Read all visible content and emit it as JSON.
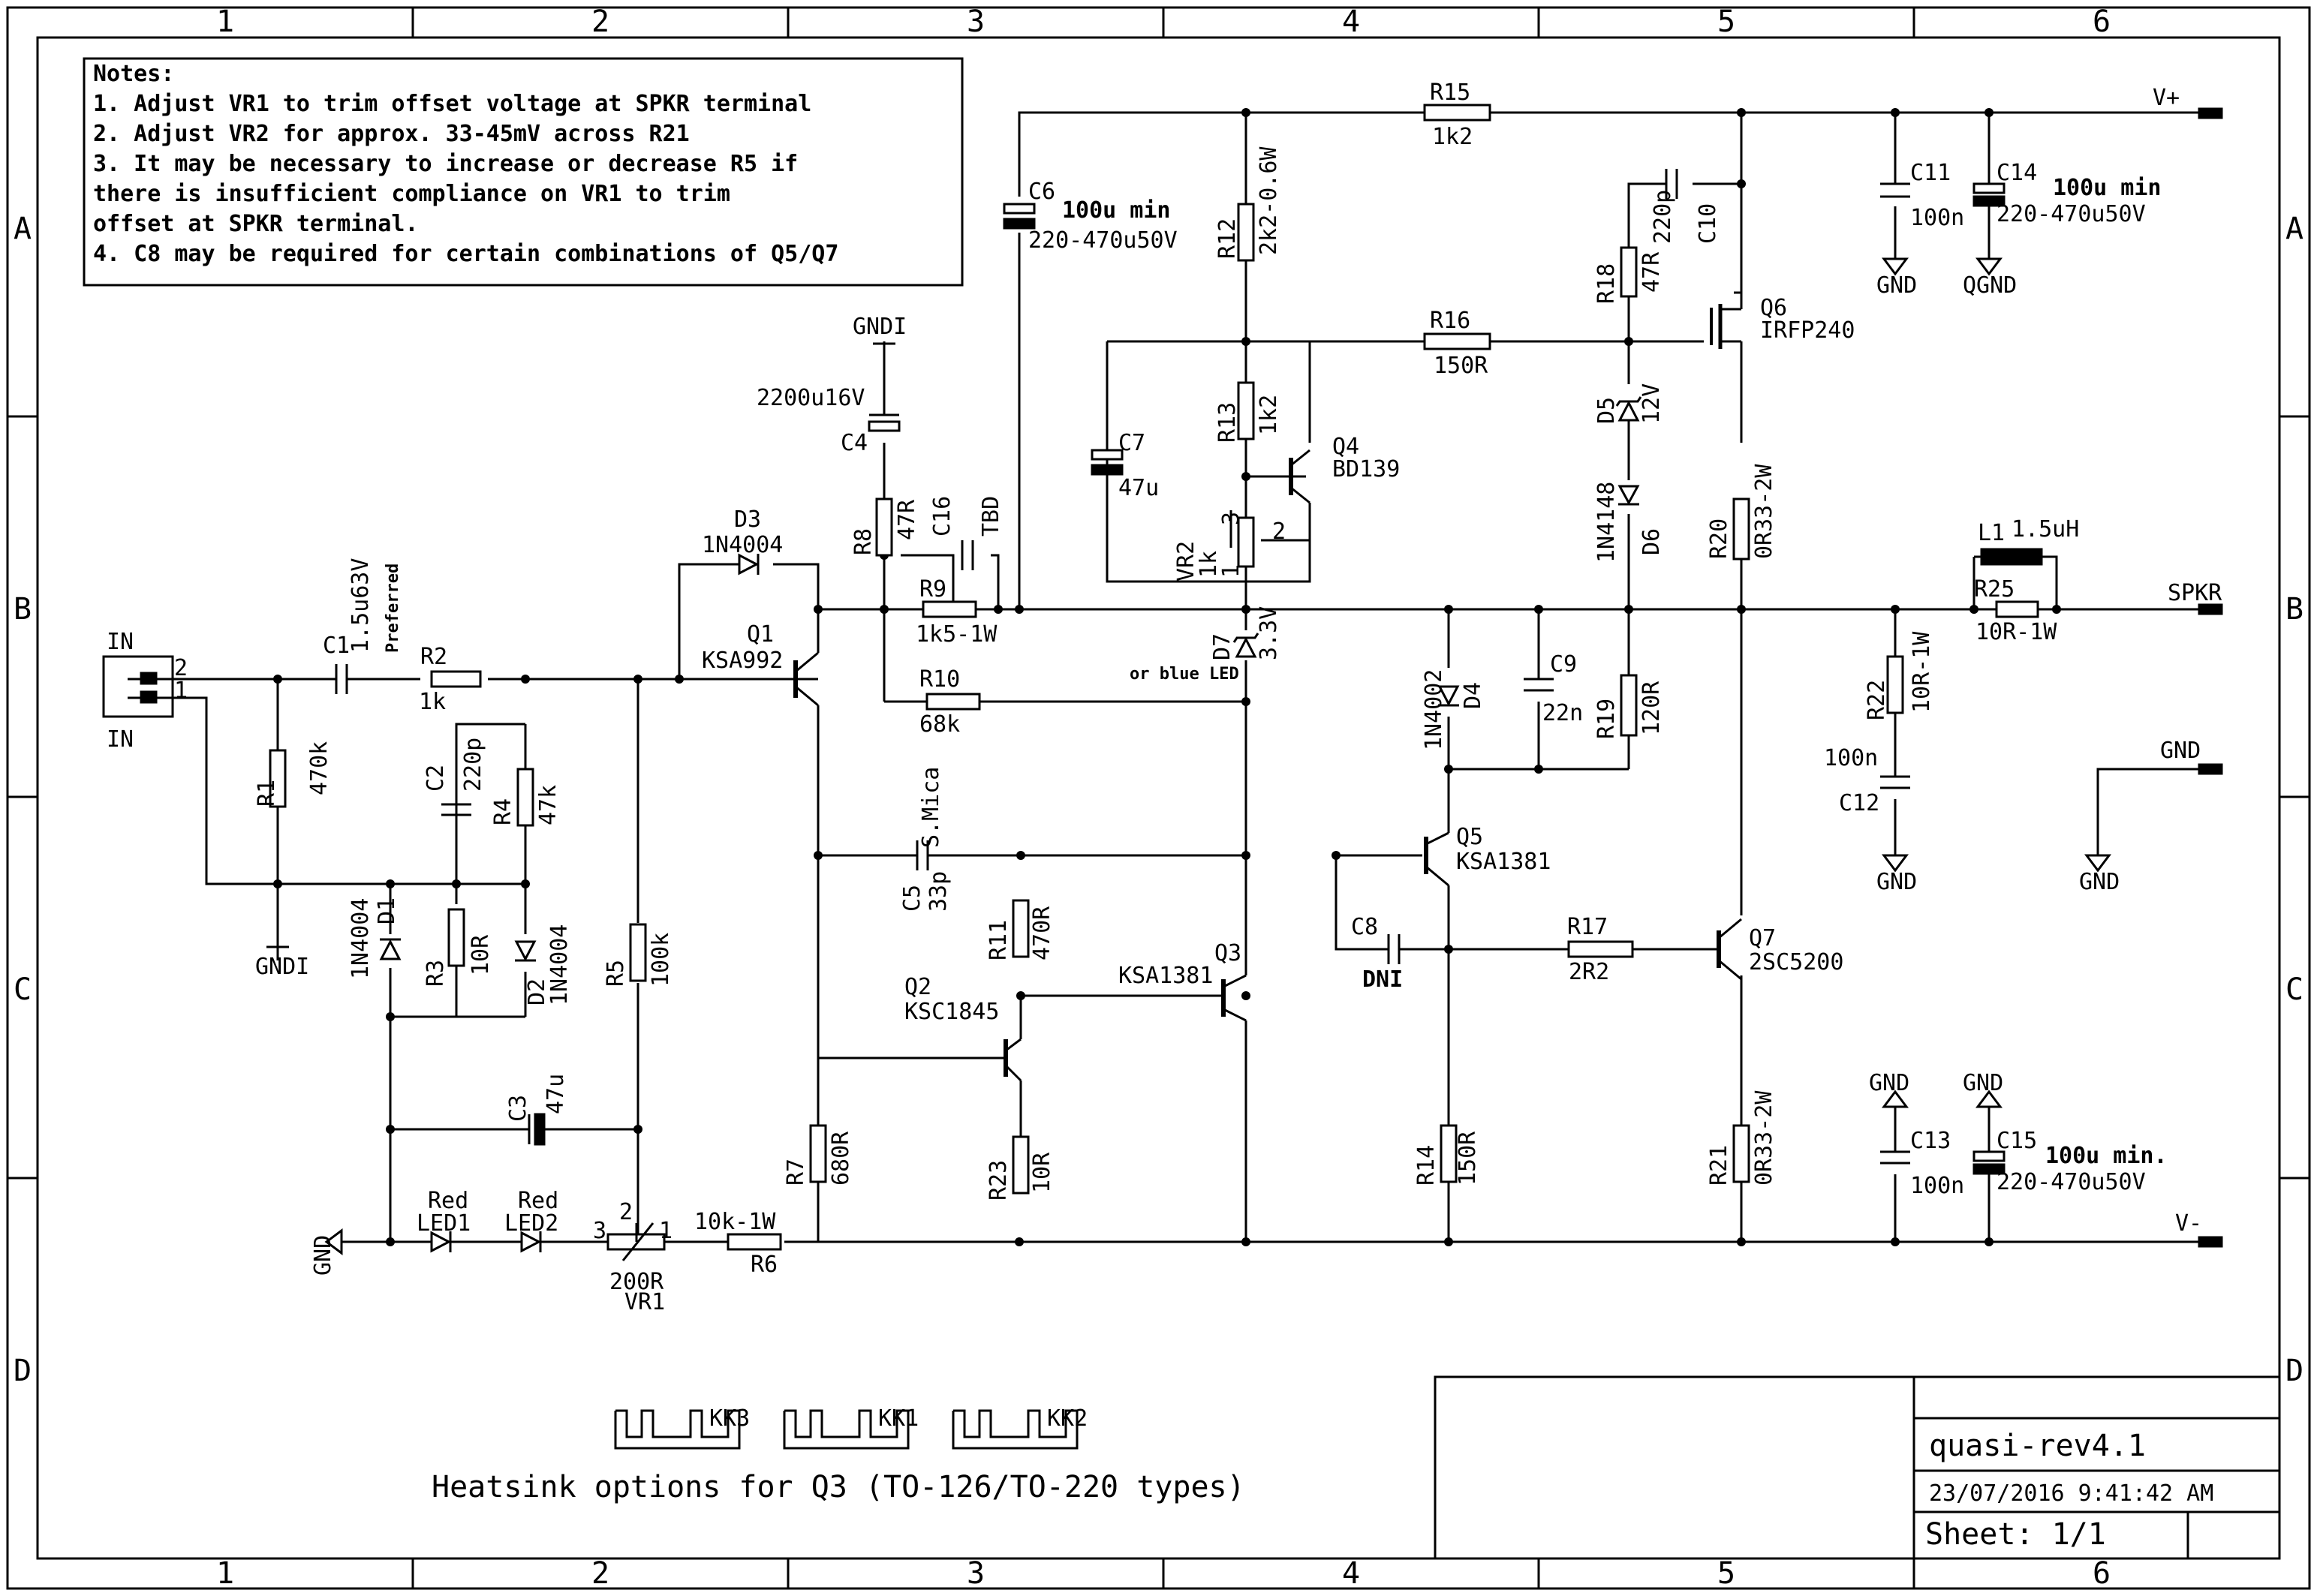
{
  "frame": {
    "columns": [
      "1",
      "2",
      "3",
      "4",
      "5",
      "6"
    ],
    "rows": [
      "A",
      "B",
      "C",
      "D"
    ]
  },
  "notes": [
    "Notes:",
    "1. Adjust VR1 to trim offset voltage at SPKR terminal",
    "2. Adjust VR2 for approx. 33-45mV across R21",
    "3. It may be necessary to increase or decrease R5 if",
    "there is insufficient compliance on VR1 to trim",
    "offset at SPKR terminal.",
    "4. C8 may be required for certain combinations of Q5/Q7"
  ],
  "nets": {
    "vplus": "V+",
    "vminus": "V-",
    "spkr": "SPKR",
    "gnd": "GND",
    "gndi": "GNDI",
    "qgnd": "QGND",
    "in": "IN"
  },
  "connector": {
    "pin2": "2",
    "pin1": "1"
  },
  "components": {
    "R1": {
      "ref": "R1",
      "value": "470k"
    },
    "R2": {
      "ref": "R2",
      "value": "1k"
    },
    "R3": {
      "ref": "R3",
      "value": "10R"
    },
    "R4": {
      "ref": "R4",
      "value": "47k"
    },
    "R5": {
      "ref": "R5",
      "value": "100k"
    },
    "R6": {
      "ref": "R6",
      "value": "10k-1W"
    },
    "R7": {
      "ref": "R7",
      "value": "680R"
    },
    "R8": {
      "ref": "R8",
      "value": "47R"
    },
    "R9": {
      "ref": "R9",
      "value": "1k5-1W"
    },
    "R10": {
      "ref": "R10",
      "value": "68k"
    },
    "R11": {
      "ref": "R11",
      "value": "470R"
    },
    "R12": {
      "ref": "R12",
      "value": "2k2-0.6W"
    },
    "R13": {
      "ref": "R13",
      "value": "1k2"
    },
    "R14": {
      "ref": "R14",
      "value": "150R"
    },
    "R15": {
      "ref": "R15",
      "value": "1k2"
    },
    "R16": {
      "ref": "R16",
      "value": "150R"
    },
    "R17": {
      "ref": "R17",
      "value": "2R2"
    },
    "R18": {
      "ref": "R18",
      "value": "47R"
    },
    "R19": {
      "ref": "R19",
      "value": "120R"
    },
    "R20": {
      "ref": "R20",
      "value": "0R33-2W"
    },
    "R21": {
      "ref": "R21",
      "value": "0R33-2W"
    },
    "R22": {
      "ref": "R22",
      "value": "10R-1W"
    },
    "R23": {
      "ref": "R23",
      "value": "10R"
    },
    "R25": {
      "ref": "R25",
      "value": "10R-1W"
    },
    "C1": {
      "ref": "C1",
      "value": "1.5u63V",
      "note": "Preferred"
    },
    "C2": {
      "ref": "C2",
      "value": "220p"
    },
    "C3": {
      "ref": "C3",
      "value": "47u"
    },
    "C4": {
      "ref": "C4",
      "value": "2200u16V"
    },
    "C5": {
      "ref": "C5",
      "value": "33p",
      "note": "S.Mica"
    },
    "C6": {
      "ref": "C6",
      "value": "220-470u50V",
      "note": "100u min"
    },
    "C7": {
      "ref": "C7",
      "value": "47u"
    },
    "C8": {
      "ref": "C8",
      "value": "DNI"
    },
    "C9": {
      "ref": "C9",
      "value": "22n"
    },
    "C10": {
      "ref": "C10",
      "value": "220p"
    },
    "C11": {
      "ref": "C11",
      "value": "100n"
    },
    "C12": {
      "ref": "C12",
      "value": "100n"
    },
    "C13": {
      "ref": "C13",
      "value": "100n"
    },
    "C14": {
      "ref": "C14",
      "value": "220-470u50V",
      "note": "100u min"
    },
    "C15": {
      "ref": "C15",
      "value": "220-470u50V",
      "note": "100u min."
    },
    "C16": {
      "ref": "C16",
      "value": "TBD"
    },
    "D1": {
      "ref": "D1",
      "value": "1N4004"
    },
    "D2": {
      "ref": "D2",
      "value": "1N4004"
    },
    "D3": {
      "ref": "D3",
      "value": "1N4004"
    },
    "D4": {
      "ref": "D4",
      "value": "1N4002"
    },
    "D5": {
      "ref": "D5",
      "value": "12V"
    },
    "D6": {
      "ref": "D6",
      "value": "1N4148"
    },
    "D7": {
      "ref": "D7",
      "value": "3.3V",
      "note": "or blue LED"
    },
    "Q1": {
      "ref": "Q1",
      "value": "KSA992"
    },
    "Q2": {
      "ref": "Q2",
      "value": "KSC1845"
    },
    "Q3": {
      "ref": "Q3",
      "value": "KSA1381"
    },
    "Q4": {
      "ref": "Q4",
      "value": "BD139"
    },
    "Q5": {
      "ref": "Q5",
      "value": "KSA1381"
    },
    "Q6": {
      "ref": "Q6",
      "value": "IRFP240"
    },
    "Q7": {
      "ref": "Q7",
      "value": "2SC5200"
    },
    "L1": {
      "ref": "L1",
      "value": "1.5uH"
    },
    "VR1": {
      "ref": "VR1",
      "value": "200R",
      "pins": [
        "3",
        "2",
        "1"
      ]
    },
    "VR2": {
      "ref": "VR2",
      "value": "1k",
      "pins": [
        "3",
        "2",
        "1"
      ]
    },
    "LED1": {
      "ref": "LED1",
      "value": "Red"
    },
    "LED2": {
      "ref": "LED2",
      "value": "Red"
    }
  },
  "heatsinks": {
    "labels": [
      "KK3",
      "KK1",
      "KK2"
    ],
    "caption": "Heatsink options for Q3 (TO-126/TO-220 types)"
  },
  "title_block": {
    "name": "quasi-rev4.1",
    "date": "23/07/2016 9:41:42 AM",
    "sheet": "Sheet: 1/1"
  }
}
